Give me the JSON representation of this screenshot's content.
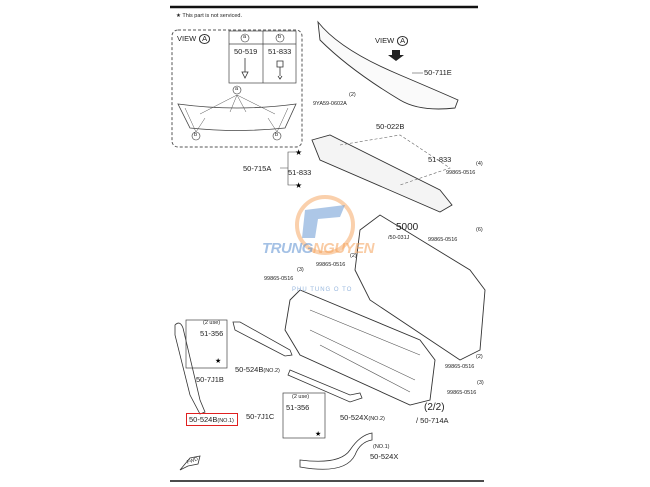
{
  "legend": {
    "star": "★",
    "text": "This part is not serviced."
  },
  "view_a_inset": {
    "title": "VIEW",
    "circle": "A",
    "col_a": "a",
    "col_b": "b",
    "part_a": "50-519",
    "part_b": "51-833",
    "callout_a": "a",
    "callout_b1": "b",
    "callout_b2": "b"
  },
  "view_a_arrow": {
    "title": "VIEW",
    "circle": "A"
  },
  "labels": {
    "grille_cover": "50-711E",
    "bolt_top": "9YA59-0602A",
    "bolt_top_qty": "(2)",
    "clip_top": "50-022B",
    "upper_bracket": "50-715A",
    "clip_left": "51-833",
    "clip_right": "51-833",
    "screw_right_qty": "(4)",
    "screw_right": "99865-0516",
    "ref_5000": "5000",
    "ref_5000_sub": "/50-031J",
    "screw_6_qty": "(6)",
    "screw_6": "99865-0516",
    "screw_mid_qty": "(2)",
    "screw_mid": "99865-0516",
    "screw_left_qty": "(3)",
    "screw_left": "99865-0516",
    "box1_use": "(2 use)",
    "box1_part": "51-356",
    "box1_assy": "50-7J1B",
    "molding_no2": "50-524B",
    "molding_no2_tag": "(NO.2)",
    "molding_no1": "50-524B",
    "molding_no1_tag": "(NO.1)",
    "box2_assy": "50-7J1C",
    "box2_use": "(2 use)",
    "box2_part": "51-356",
    "lower_no2": "50-524X",
    "lower_no2_tag": "(NO.2)",
    "screw_lr2_qty": "(2)",
    "screw_lr2": "99865-0516",
    "screw_lr3_qty": "(3)",
    "screw_lr3": "99865-0516",
    "ref_22": "(2/2)",
    "ref_22_sub": "/ 50-714A",
    "lower_no1_tag": "(NO.1)",
    "lower_no1": "50-524X",
    "fwd": "FWD"
  },
  "watermark": {
    "brand_a": "TRUNG",
    "brand_b": "NGUYEN",
    "tagline": "PHU TUNG Ô TÔ"
  },
  "colors": {
    "highlight": "#e02020",
    "wm_blue": "#5b8fd0",
    "wm_orange": "#f5a25a"
  }
}
